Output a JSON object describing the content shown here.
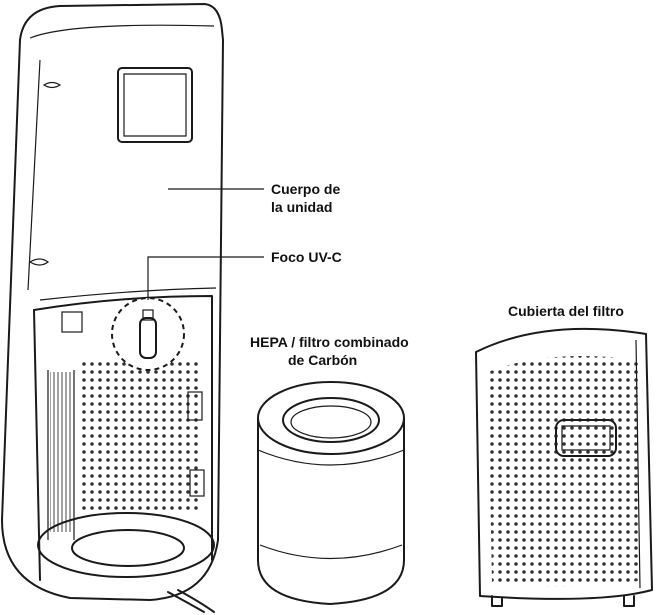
{
  "labels": {
    "body_line1": "Cuerpo de",
    "body_line2": "la unidad",
    "uv_bulb": "Foco UV-C",
    "filter_line1": "HEPA / filtro combinado",
    "filter_line2": "de Carbón",
    "cover": "Cubierta del filtro"
  },
  "colors": {
    "line": "#1a1a1a",
    "background": "#ffffff"
  }
}
